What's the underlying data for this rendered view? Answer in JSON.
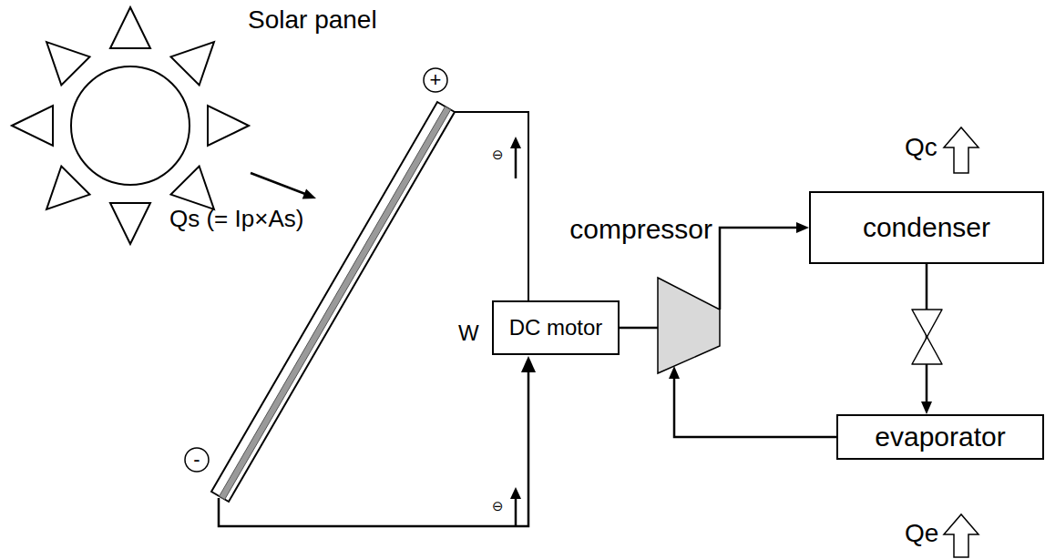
{
  "diagram": {
    "nodes": [
      {
        "text": [
          "DC motor"
        ]
      },
      {
        "text": [
          "compressor"
        ]
      },
      {
        "text": [
          "condenser"
        ]
      },
      {
        "text": [
          "evaporator"
        ]
      }
    ],
    "edges": [
      {
        "from": 0,
        "to": 1,
        "arrow": "none"
      },
      {
        "from": 1,
        "to": 2,
        "arrow": "to"
      },
      {
        "from": 2,
        "to": 3,
        "arrow": "to"
      },
      {
        "from": 3,
        "to": 1,
        "arrow": "to"
      }
    ],
    "labels": [
      "Solar panel",
      "+",
      "-",
      "⊖",
      "⊖",
      "Qs (= Ip×As)",
      "W",
      "Qc",
      "Qe"
    ]
  }
}
